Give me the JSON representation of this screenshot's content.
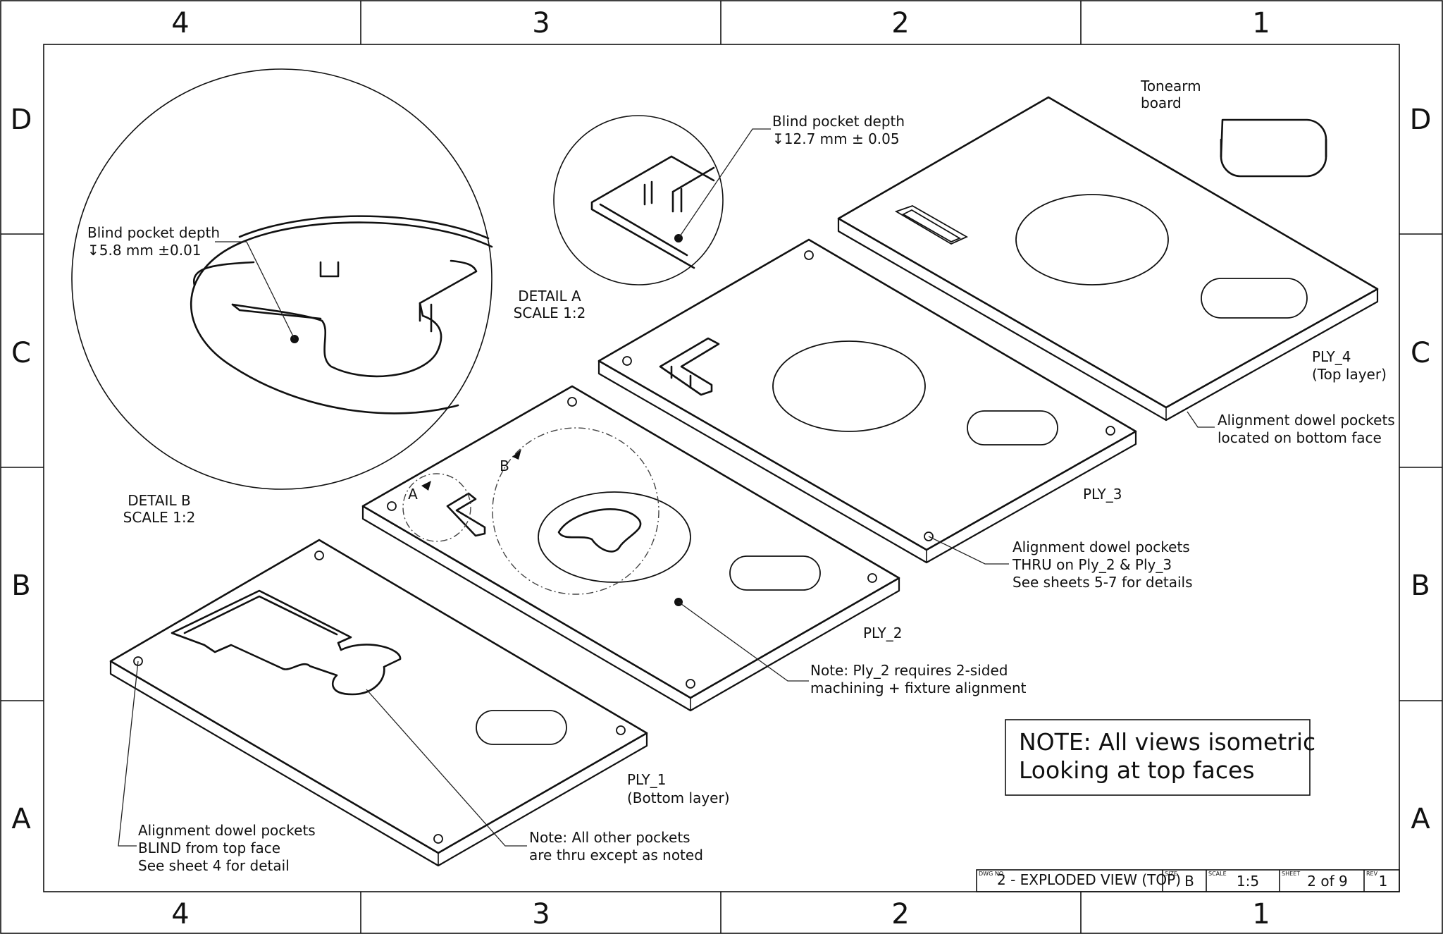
{
  "zones": {
    "top": [
      "4",
      "3",
      "2",
      "1"
    ],
    "bottom": [
      "4",
      "3",
      "2",
      "1"
    ],
    "left": [
      "D",
      "C",
      "B",
      "A"
    ],
    "right": [
      "D",
      "C",
      "B",
      "A"
    ]
  },
  "detail_b": {
    "callout_line1": "Blind pocket depth",
    "callout_line2": "↧5.8 mm ±0.01",
    "title": "DETAIL B",
    "scale": "SCALE 1:2"
  },
  "detail_a": {
    "callout_line1": "Blind pocket depth",
    "callout_line2": "↧12.7 mm ± 0.05",
    "title": "DETAIL A",
    "scale": "SCALE 1:2"
  },
  "view_markers": {
    "a": "A",
    "b": "B"
  },
  "parts": {
    "tonearm_line1": "Tonearm",
    "tonearm_line2": "board",
    "ply4_line1": "PLY_4",
    "ply4_line2": "(Top layer)",
    "ply3": "PLY_3",
    "ply2": "PLY_2",
    "ply1_line1": "PLY_1",
    "ply1_line2": "(Bottom layer)"
  },
  "callouts": {
    "bottom_face_line1": "Alignment dowel pockets",
    "bottom_face_line2": "located on bottom face",
    "thru_line1": "Alignment dowel pockets",
    "thru_line2": "THRU on Ply_2 & Ply_3",
    "thru_line3": "See sheets 5-7 for details",
    "ply2_note_line1": "Note: Ply_2 requires 2-sided",
    "ply2_note_line2": "machining + fixture alignment",
    "pockets_note_line1": "Note: All other pockets",
    "pockets_note_line2": "are thru except as noted",
    "blind_line1": "Alignment dowel pockets",
    "blind_line2": "BLIND from top face",
    "blind_line3": "See sheet 4 for detail"
  },
  "note_box": {
    "line1": "NOTE: All views isometric",
    "line2": "Looking at top faces"
  },
  "title_block": {
    "dwg_no_label": "DWG NO.",
    "dwg_no": "2 - EXPLODED VIEW (TOP)",
    "size_label": "SIZE",
    "size": "B",
    "scale_label": "SCALE",
    "scale": "1:5",
    "sheet_label": "SHEET",
    "sheet": "2 of 9",
    "rev_label": "REV",
    "rev": "1"
  }
}
